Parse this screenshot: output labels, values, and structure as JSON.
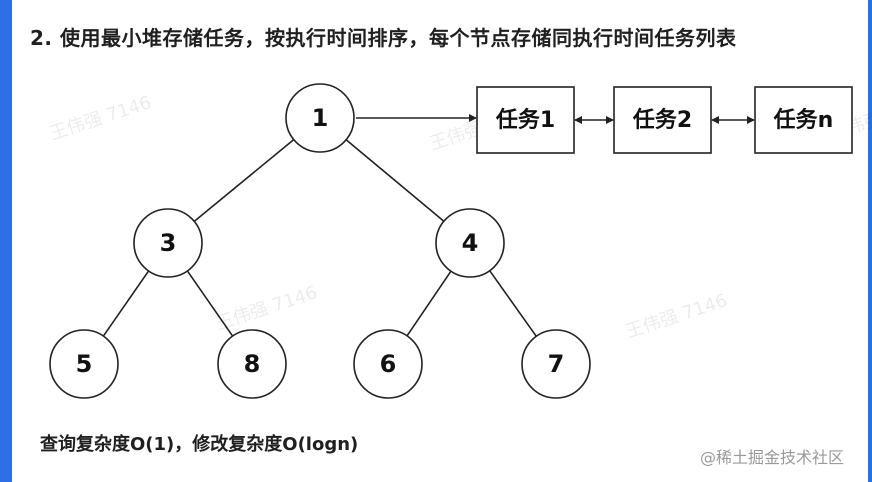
{
  "title": "2. 使用最小堆存储任务，按执行时间排序，每个节点存储同执行时间任务列表",
  "note": "查询复杂度O(1)，修改复杂度O(logn)",
  "source_watermark": "@稀土掘金技术社区",
  "author_watermark": "王伟强 7146",
  "colors": {
    "accent_bar": "#2f6fe6",
    "stroke": "#222222"
  },
  "heap": {
    "nodes": [
      {
        "id": "n1",
        "label": "1"
      },
      {
        "id": "n3",
        "label": "3"
      },
      {
        "id": "n4",
        "label": "4"
      },
      {
        "id": "n5",
        "label": "5"
      },
      {
        "id": "n8",
        "label": "8"
      },
      {
        "id": "n6",
        "label": "6"
      },
      {
        "id": "n7",
        "label": "7"
      }
    ],
    "edges": [
      {
        "from": "n1",
        "to": "n3"
      },
      {
        "from": "n1",
        "to": "n4"
      },
      {
        "from": "n3",
        "to": "n5"
      },
      {
        "from": "n3",
        "to": "n8"
      },
      {
        "from": "n4",
        "to": "n6"
      },
      {
        "from": "n4",
        "to": "n7"
      }
    ]
  },
  "task_list": {
    "attached_to": "n1",
    "items": [
      {
        "id": "t1",
        "label": "任务1"
      },
      {
        "id": "t2",
        "label": "任务2"
      },
      {
        "id": "tn",
        "label": "任务n"
      }
    ]
  }
}
